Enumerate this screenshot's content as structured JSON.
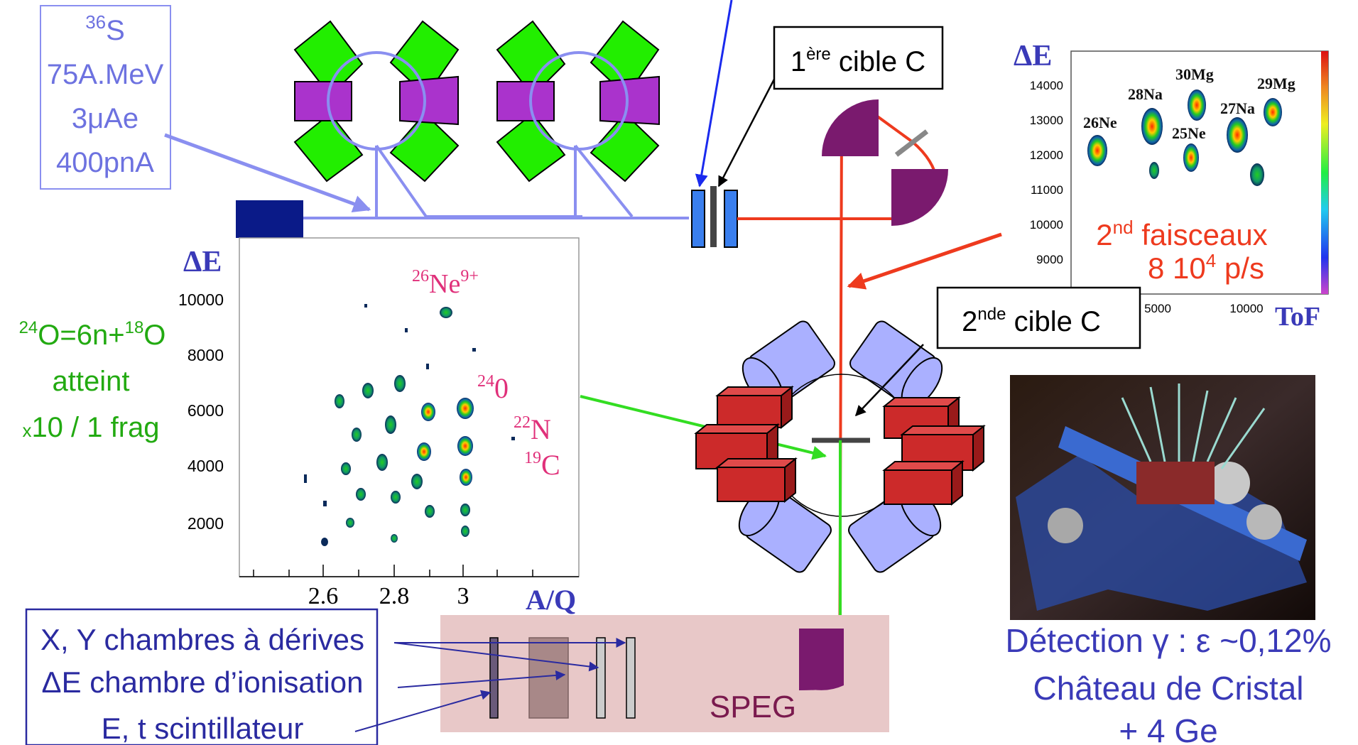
{
  "beam_box": {
    "line1_sup": "36",
    "line1": "S",
    "line2": "75A.MeV",
    "line3": "3μAe",
    "line4": "400pnA"
  },
  "target1": {
    "sup": "ère",
    "prefix": "1",
    "text": " cible C"
  },
  "target2": {
    "sup": "nde",
    "prefix": "2",
    "text": " cible C"
  },
  "left_note": {
    "line1_a": "24",
    "line1_b": "O=6n+",
    "line1_c": "18",
    "line1_d": "O",
    "line2": "atteint",
    "line3_x": "x",
    "line3": "10 / 1 frag"
  },
  "main_plot": {
    "ylabel": "ΔE",
    "xlabel": "A/Q",
    "yticks": [
      "10000",
      "8000",
      "6000",
      "4000",
      "2000"
    ],
    "xticks": [
      "2.6",
      "2.8",
      "3"
    ],
    "labels": {
      "ne26_sup": "26",
      "ne26": "Ne",
      "ne26_charge": "9+",
      "o24_sup": "24",
      "o24": "0",
      "n22_sup": "22",
      "n22": "N",
      "c19_sup": "19",
      "c19": "C"
    }
  },
  "secondary_plot": {
    "ylabel": "ΔE",
    "xlabel": "ToF",
    "yticks": [
      "14000",
      "13000",
      "12000",
      "11000",
      "10000",
      "9000"
    ],
    "xticks": [
      "5000",
      "10000"
    ],
    "labels": [
      "26Ne",
      "28Na",
      "30Mg",
      "25Ne",
      "27Na",
      "29Mg"
    ],
    "faisceaux_line1_a": "2",
    "faisceaux_line1_sup": "nd",
    "faisceaux_line1_b": " faisceaux",
    "faisceaux_line2_a": "8 10",
    "faisceaux_line2_sup": "4",
    "faisceaux_line2_b": " p/s"
  },
  "detectors_box": {
    "line1": "X, Y chambres à dérives",
    "line2": "ΔE chambre d’ionisation",
    "line3": "E, t  scintillateur"
  },
  "speg_label": "SPEG",
  "detection_text": {
    "line1": "Détection γ : ε ~0,12%",
    "line2": "Château de Cristal",
    "line3": "+ 4 Ge"
  },
  "colors": {
    "beam": "#8a8ff0",
    "secondary_beam": "#ee3a1e",
    "fragment_beam": "#33dd22",
    "magnet": "#7a1a6e",
    "green_text": "#22aa11",
    "blue_text": "#3a3ab8",
    "pink_text": "#e0307a"
  }
}
